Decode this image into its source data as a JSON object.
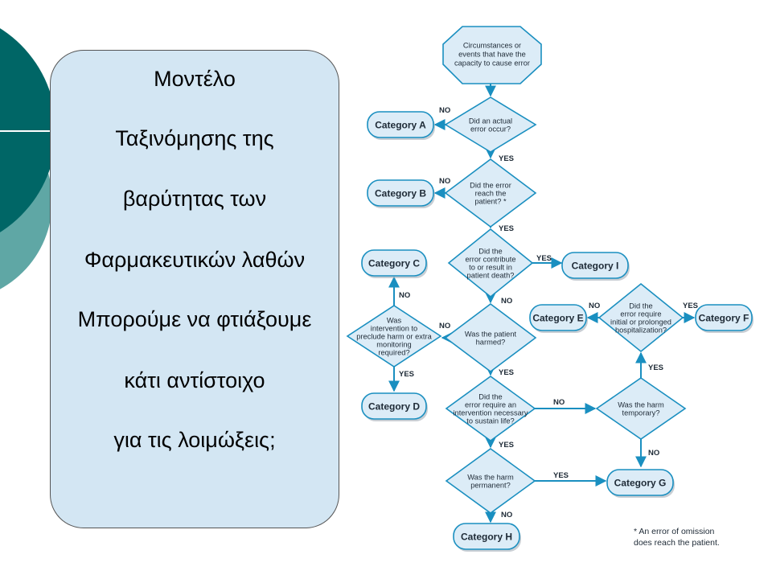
{
  "slide": {
    "lines": [
      "Μοντέλο",
      "Ταξινόμησης  της",
      "βαρύτητας των",
      "Φαρμακευτικών λαθών",
      "Μπορούμε να φτιάξουμε",
      "κάτι αντίστοιχο",
      "για τις λοιμώξεις;"
    ]
  },
  "colors": {
    "teal_dark": "#006666",
    "teal_light": "#5fa7a5",
    "text_box_fill": "#d3e6f3",
    "node_fill": "#dcecf7",
    "node_stroke": "#1a8fc0",
    "arrow": "#1a8fc0"
  },
  "flowchart": {
    "start": [
      "Circumstances or",
      "events that have the",
      "capacity to cause error"
    ],
    "questions": {
      "q1": [
        "Did an actual",
        "error occur?"
      ],
      "q2": [
        "Did the error",
        "reach the",
        "patient? *"
      ],
      "q3": [
        "Did the",
        "error contribute",
        "to or result in",
        "patient death?"
      ],
      "q4": [
        "Was the patient",
        "harmed?"
      ],
      "q5": [
        "Was",
        "intervention to",
        "preclude harm or extra",
        "monitoring",
        "required?"
      ],
      "q6": [
        "Did the",
        "error require an",
        "intervention necessary",
        "to sustain life?"
      ],
      "q7": [
        "Was the harm",
        "temporary?"
      ],
      "q8": [
        "Did the",
        "error require",
        "initial or prolonged",
        "hospitalization?"
      ],
      "q9": [
        "Was the harm",
        "permanent?"
      ]
    },
    "categories": {
      "A": "Category A",
      "B": "Category B",
      "C": "Category C",
      "D": "Category D",
      "E": "Category E",
      "F": "Category F",
      "G": "Category G",
      "H": "Category H",
      "I": "Category I"
    },
    "yes_label": "YES",
    "no_label": "NO",
    "footnote": [
      "* An error of omission",
      "does reach the patient."
    ]
  }
}
